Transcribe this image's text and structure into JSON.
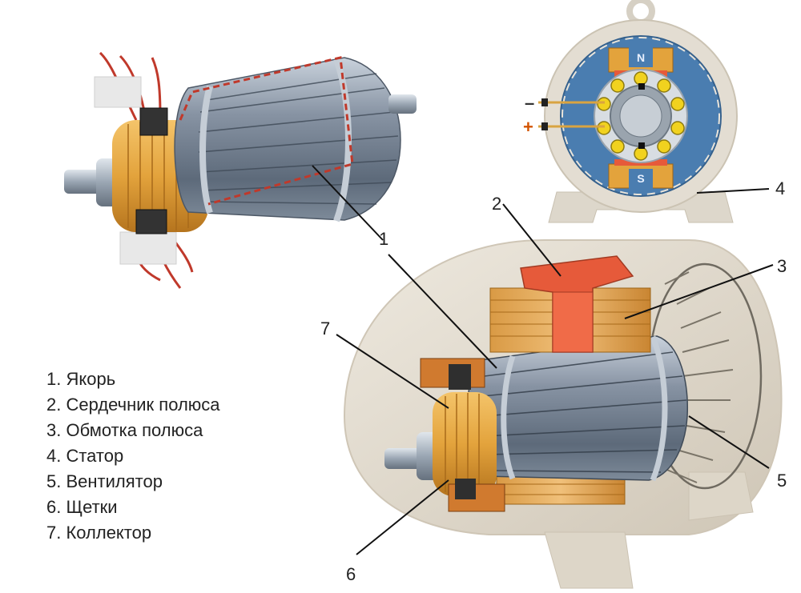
{
  "legend": [
    "1. Якорь",
    "2. Сердечник полюса",
    "3. Обмотка полюса",
    "4. Статор",
    "5. Вентилятор",
    "6. Щетки",
    "7. Коллектор"
  ],
  "callouts": {
    "n1": "1",
    "n2": "2",
    "n3": "3",
    "n4": "4",
    "n5": "5",
    "n6": "6",
    "n7": "7"
  },
  "cross_section": {
    "pole_north": "N",
    "pole_south": "S",
    "terminal_minus": "–",
    "terminal_plus": "+"
  },
  "colors": {
    "steel": "#7d8a99",
    "steel_light": "#b9c3cf",
    "copper": "#e3a33c",
    "copper_dark": "#b5741e",
    "pole_core": "#e65a3a",
    "housing": "#e3ddd2",
    "stator_blue": "#4a7db0",
    "wire_red": "#c0392b"
  }
}
